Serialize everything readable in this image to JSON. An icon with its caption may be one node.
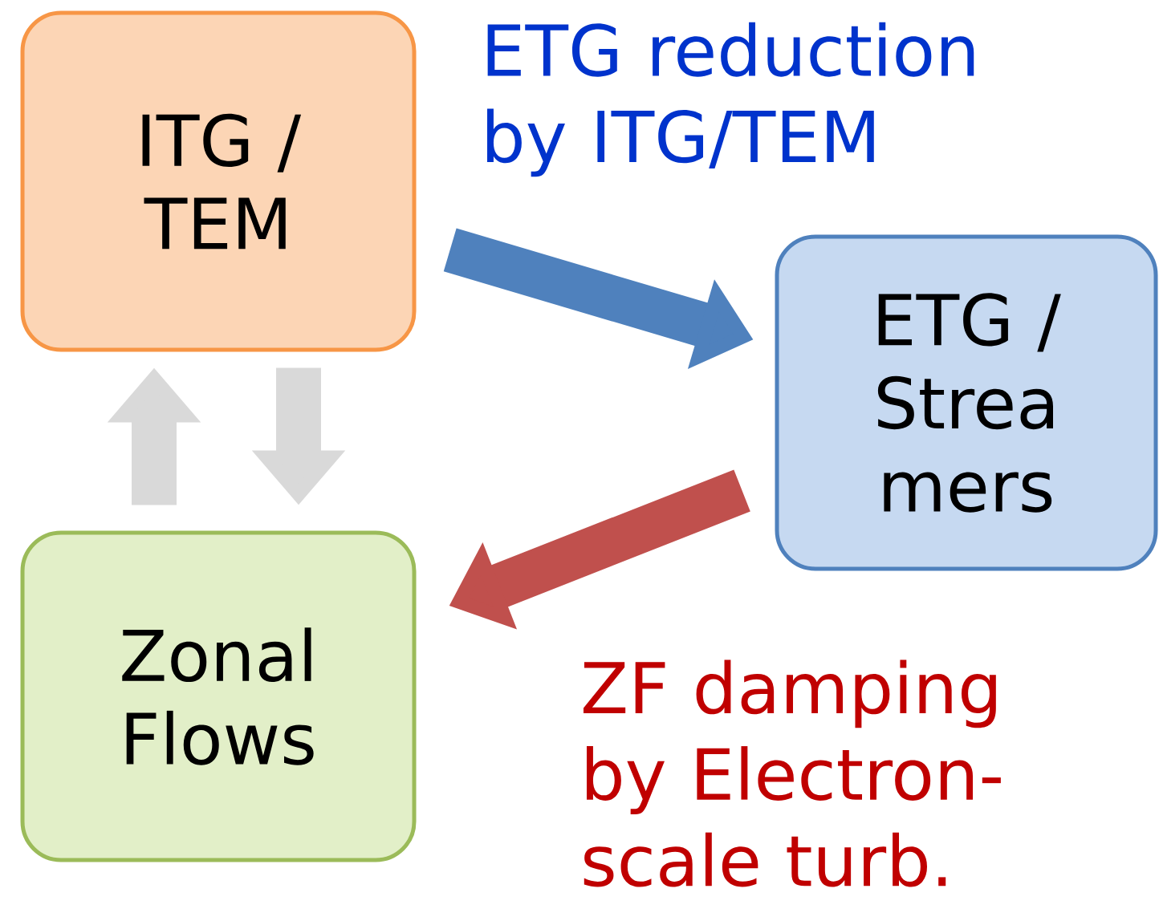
{
  "diagram": {
    "nodes": [
      {
        "text": [
          "ITG / TEM"
        ]
      },
      {
        "text": [
          "ETG / Strea mers"
        ]
      },
      {
        "text": [
          "Zonal Flows"
        ]
      }
    ],
    "edges": [
      {
        "from": 0,
        "to": 1,
        "arrow": "to",
        "label": "ETG reduction by ITG/TEM",
        "color": "#4f81bd"
      },
      {
        "from": 1,
        "to": 2,
        "arrow": "to",
        "label": "ZF damping by Electron-scale turb.",
        "color": "#c0504d"
      },
      {
        "from": 2,
        "to": 0,
        "arrow": "to"
      },
      {
        "from": 0,
        "to": 2,
        "arrow": "to"
      }
    ]
  }
}
